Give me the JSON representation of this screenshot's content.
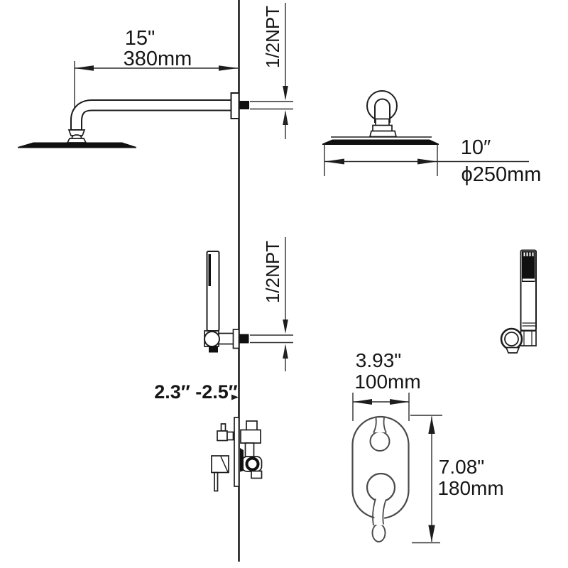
{
  "rain_shower_front": {
    "arm_length_in": "15\"",
    "arm_length_mm": "380mm",
    "npt": "1/2NPT"
  },
  "rain_shower_side": {
    "diameter_in": "10″",
    "diameter_mm": "ϕ250mm"
  },
  "hand_shower": {
    "npt": "1/2NPT"
  },
  "valve": {
    "depth_range": "2.3″ -2.5″"
  },
  "trim_detail": {
    "width_in": "3.93\"",
    "width_mm": "100mm",
    "height_in": "7.08\"",
    "height_mm": "180mm"
  }
}
